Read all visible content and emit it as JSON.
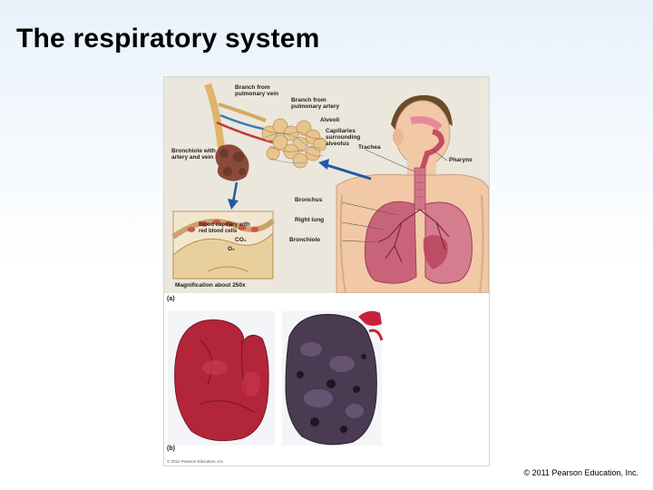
{
  "slide": {
    "title": "The respiratory system",
    "footer_copyright": "© 2011 Pearson Education, Inc."
  },
  "figure": {
    "panel_a": {
      "letter": "(a)",
      "labels": {
        "branch_pulmonary_vein": "Branch from\npulmonary vein",
        "branch_pulmonary_artery": "Branch from\npulmonary artery",
        "alveoli": "Alveoli",
        "capillaries": "Capillaries\nsurrounding\nalveolus",
        "trachea": "Trachea",
        "pharynx": "Pharynx",
        "bronchiole_artery_vein": "Bronchiole with\nartery and vein",
        "bronchus": "Bronchus",
        "right_lung": "Right lung",
        "bronchiole": "Bronchiole",
        "blood_capillary": "Blood capillary with\nred blood cells",
        "co2": "CO₂",
        "o2": "O₂",
        "magnification": "Magnification about 250x"
      }
    },
    "panel_b": {
      "letter": "(b)",
      "copyright": "© 2011 Pearson Education, Inc."
    }
  },
  "colors": {
    "lung_pink": "#c9637a",
    "healthy_lung_red": "#b3253a",
    "diseased_lung": "#4a3a52",
    "skin": "#f1c9a6",
    "arrow_blue": "#1f5aa6"
  }
}
